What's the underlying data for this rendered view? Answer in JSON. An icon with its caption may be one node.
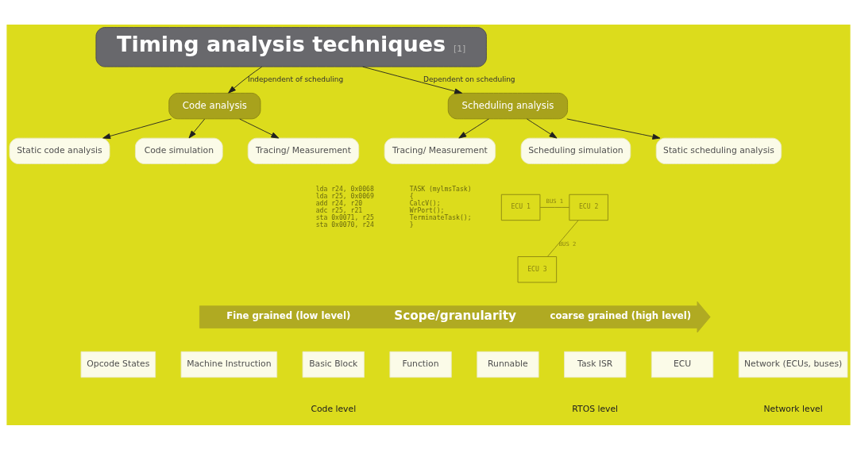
{
  "diagram": {
    "nodes": [
      {
        "text": [
          "Timing analysis techniques",
          "[1]"
        ]
      },
      {
        "text": [
          "Code analysis"
        ]
      },
      {
        "text": [
          "Scheduling analysis"
        ]
      },
      {
        "text": [
          "Static code analysis"
        ]
      },
      {
        "text": [
          "Code simulation"
        ]
      },
      {
        "text": [
          "Tracing/ Measurement"
        ]
      },
      {
        "text": [
          "Tracing/ Measurement"
        ]
      },
      {
        "text": [
          "Scheduling simulation"
        ]
      },
      {
        "text": [
          "Static scheduling analysis"
        ]
      },
      {
        "text": [
          "ECU 1"
        ]
      },
      {
        "text": [
          "ECU 2"
        ]
      },
      {
        "text": [
          "ECU 3"
        ]
      },
      {
        "text": [
          "Fine grained (low level)",
          "Scope/granularity",
          "coarse grained (high level)"
        ]
      },
      {
        "text": [
          "Opcode States"
        ]
      },
      {
        "text": [
          "Machine Instruction"
        ]
      },
      {
        "text": [
          "Basic Block"
        ]
      },
      {
        "text": [
          "Function"
        ]
      },
      {
        "text": [
          "Runnable"
        ]
      },
      {
        "text": [
          "Task ISR"
        ]
      },
      {
        "text": [
          "ECU"
        ]
      },
      {
        "text": [
          "Network (ECUs, buses)"
        ]
      }
    ],
    "edges": [
      {
        "from": 0,
        "to": 1,
        "arrow": "to",
        "label": "Independent of scheduling"
      },
      {
        "from": 0,
        "to": 2,
        "arrow": "to",
        "label": "Dependent on scheduling"
      },
      {
        "from": 1,
        "to": 3,
        "arrow": "to"
      },
      {
        "from": 1,
        "to": 4,
        "arrow": "to"
      },
      {
        "from": 1,
        "to": 5,
        "arrow": "to"
      },
      {
        "from": 2,
        "to": 6,
        "arrow": "to"
      },
      {
        "from": 2,
        "to": 7,
        "arrow": "to"
      },
      {
        "from": 2,
        "to": 8,
        "arrow": "to"
      },
      {
        "from": 9,
        "to": 10,
        "arrow": "none",
        "label": "BUS 1",
        "color": "#8a8412"
      },
      {
        "from": 10,
        "to": 11,
        "arrow": "none",
        "label": "BUS 2",
        "color": "#8a8412"
      }
    ],
    "labels": [
      "lda r24, 0x0068",
      "lda r25, 0x0069",
      "add r24, r20",
      "adc r25, r21",
      "sta 0x0071, r25",
      "sta 0x0070, r24",
      "TASK (mylmsTask)",
      "{",
      "CalcV();",
      "WrPort();",
      "TerminateTask();",
      "}",
      "Code level",
      "RTOS level",
      "Network level"
    ]
  }
}
